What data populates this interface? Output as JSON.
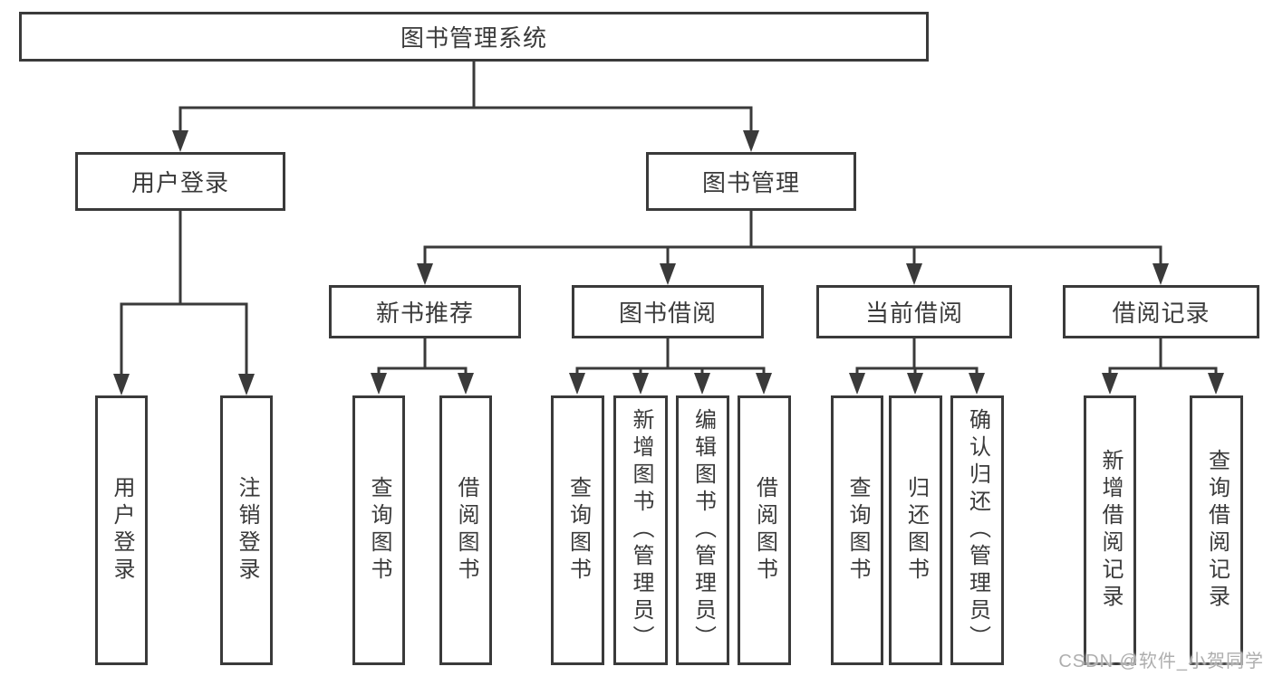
{
  "diagram": {
    "kind": "function-structure-tree",
    "title": "图书管理系统"
  },
  "tree": {
    "root": {
      "label": "图书管理系统",
      "children": [
        {
          "label": "用户登录",
          "children": [
            {
              "label": "用户登录"
            },
            {
              "label": "注销登录"
            }
          ]
        },
        {
          "label": "图书管理",
          "children": [
            {
              "label": "新书推荐",
              "children": [
                {
                  "label": "查询图书"
                },
                {
                  "label": "借阅图书"
                }
              ]
            },
            {
              "label": "图书借阅",
              "children": [
                {
                  "label": "查询图书"
                },
                {
                  "label": "新增图书（管理员）"
                },
                {
                  "label": "编辑图书（管理员）"
                },
                {
                  "label": "借阅图书"
                }
              ]
            },
            {
              "label": "当前借阅",
              "children": [
                {
                  "label": "查询图书"
                },
                {
                  "label": "归还图书"
                },
                {
                  "label": "确认归还（管理员）"
                }
              ]
            },
            {
              "label": "借阅记录",
              "children": [
                {
                  "label": "新增借阅记录"
                },
                {
                  "label": "查询借阅记录"
                }
              ]
            }
          ]
        }
      ]
    }
  },
  "watermark": {
    "text": "CSDN @软件_小贺同学"
  },
  "colors": {
    "background": "#ffffff",
    "line": "#3a3a3a",
    "box_border": "#3a3a3a",
    "text": "#3a3a3a",
    "watermark": "#aeaeae"
  }
}
